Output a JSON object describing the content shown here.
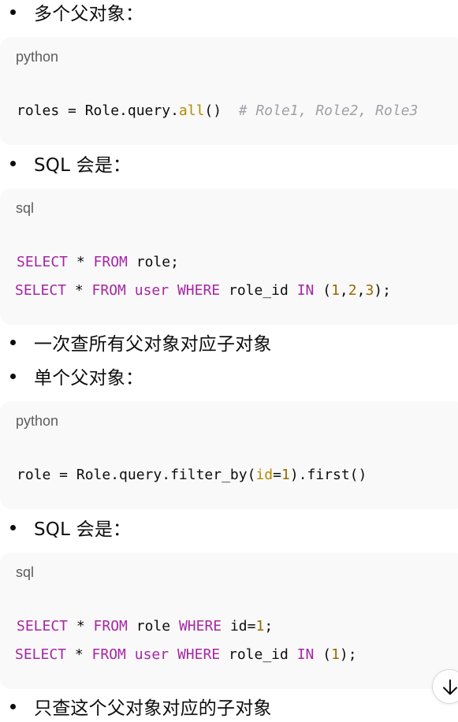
{
  "bullets": [
    "多个父对象：",
    "SQL 会是：",
    "一次查所有父对象对应子对象",
    "单个父对象：",
    "SQL 会是：",
    "只查这个父对象对应的子对象"
  ],
  "blocks": [
    {
      "lang": "python",
      "lines": [
        [
          {
            "t": "roles = Role.query.",
            "c": ""
          },
          {
            "t": "all",
            "c": "fn"
          },
          {
            "t": "()  ",
            "c": ""
          },
          {
            "t": "# Role1, Role2, Role3",
            "c": "cmt"
          }
        ]
      ]
    },
    {
      "lang": "sql",
      "lines": [
        [
          {
            "t": "SELECT",
            "c": "kw"
          },
          {
            "t": " * ",
            "c": ""
          },
          {
            "t": "FROM",
            "c": "kw"
          },
          {
            "t": " role;",
            "c": ""
          }
        ],
        [
          {
            "t": "SELECT",
            "c": "kw"
          },
          {
            "t": " * ",
            "c": ""
          },
          {
            "t": "FROM",
            "c": "kw"
          },
          {
            "t": " ",
            "c": ""
          },
          {
            "t": "user",
            "c": "kw"
          },
          {
            "t": " ",
            "c": ""
          },
          {
            "t": "WHERE",
            "c": "kw"
          },
          {
            "t": " role_id ",
            "c": ""
          },
          {
            "t": "IN",
            "c": "kw"
          },
          {
            "t": " (",
            "c": ""
          },
          {
            "t": "1",
            "c": "num"
          },
          {
            "t": ",",
            "c": ""
          },
          {
            "t": "2",
            "c": "num"
          },
          {
            "t": ",",
            "c": ""
          },
          {
            "t": "3",
            "c": "num"
          },
          {
            "t": ");",
            "c": ""
          }
        ]
      ]
    },
    {
      "lang": "python",
      "lines": [
        [
          {
            "t": "role = Role.query.filter_by(",
            "c": ""
          },
          {
            "t": "id",
            "c": "fn"
          },
          {
            "t": "=",
            "c": ""
          },
          {
            "t": "1",
            "c": "num"
          },
          {
            "t": ").first()",
            "c": ""
          }
        ]
      ]
    },
    {
      "lang": "sql",
      "lines": [
        [
          {
            "t": "SELECT",
            "c": "kw"
          },
          {
            "t": " * ",
            "c": ""
          },
          {
            "t": "FROM",
            "c": "kw"
          },
          {
            "t": " role ",
            "c": ""
          },
          {
            "t": "WHERE",
            "c": "kw"
          },
          {
            "t": " id=",
            "c": ""
          },
          {
            "t": "1",
            "c": "num"
          },
          {
            "t": ";",
            "c": ""
          }
        ],
        [
          {
            "t": "SELECT",
            "c": "kw"
          },
          {
            "t": " * ",
            "c": ""
          },
          {
            "t": "FROM",
            "c": "kw"
          },
          {
            "t": " ",
            "c": ""
          },
          {
            "t": "user",
            "c": "kw"
          },
          {
            "t": " ",
            "c": ""
          },
          {
            "t": "WHERE",
            "c": "kw"
          },
          {
            "t": " role_id ",
            "c": ""
          },
          {
            "t": "IN",
            "c": "kw"
          },
          {
            "t": " (",
            "c": ""
          },
          {
            "t": "1",
            "c": "num"
          },
          {
            "t": ");",
            "c": ""
          }
        ]
      ]
    }
  ],
  "scroll_button": {
    "icon": "arrow-down-icon"
  }
}
